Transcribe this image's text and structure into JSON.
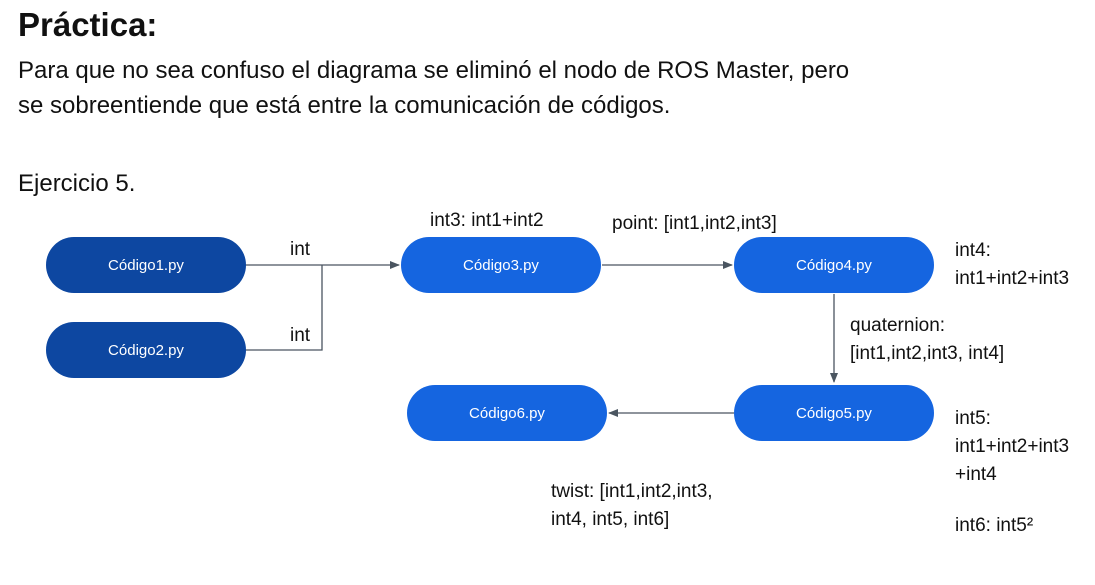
{
  "heading": "Práctica:",
  "description": {
    "line1": "Para que no sea confuso el diagrama se eliminó el nodo de ROS Master, pero",
    "line2": "se sobreentiende que está entre la comunicación de códigos."
  },
  "exercise_label": "Ejercicio 5.",
  "colors": {
    "node_dark": "#0D47A1",
    "node_light": "#1565E0",
    "edge": "#4a5560"
  },
  "nodes": {
    "codigo1": "Código1.py",
    "codigo2": "Código2.py",
    "codigo3": "Código3.py",
    "codigo4": "Código4.py",
    "codigo5": "Código5.py",
    "codigo6": "Código6.py"
  },
  "edge_labels": {
    "int_top": "int",
    "int_bottom": "int",
    "point": "point: [int1,int2,int3]",
    "quaternion_1": "quaternion:",
    "quaternion_2": "[int1,int2,int3, int4]",
    "twist_1": "twist: [int1,int2,int3,",
    "twist_2": "int4, int5, int6]"
  },
  "node_notes": {
    "int3": "int3: int1+int2",
    "int4_1": "int4:",
    "int4_2": "int1+int2+int3",
    "int5_1": "int5:",
    "int5_2": "int1+int2+int3",
    "int5_3": "+int4",
    "int6": "int6: int5²"
  }
}
